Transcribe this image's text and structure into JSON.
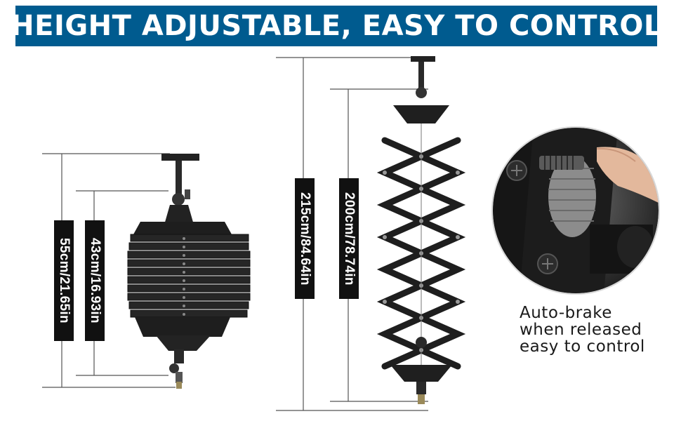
{
  "banner": {
    "title": "HEIGHT ADJUSTABLE, EASY TO CONTROL",
    "background_color": "#005b8f"
  },
  "dimensions": {
    "compact_total": "55cm/21.65in",
    "compact_body": "43cm/16.93in",
    "extended_total": "215cm/84.64in",
    "extended_body": "200cm/78.74in"
  },
  "caption": {
    "line1": "Auto-brake",
    "line2": "when released",
    "line3": "easy to control"
  }
}
